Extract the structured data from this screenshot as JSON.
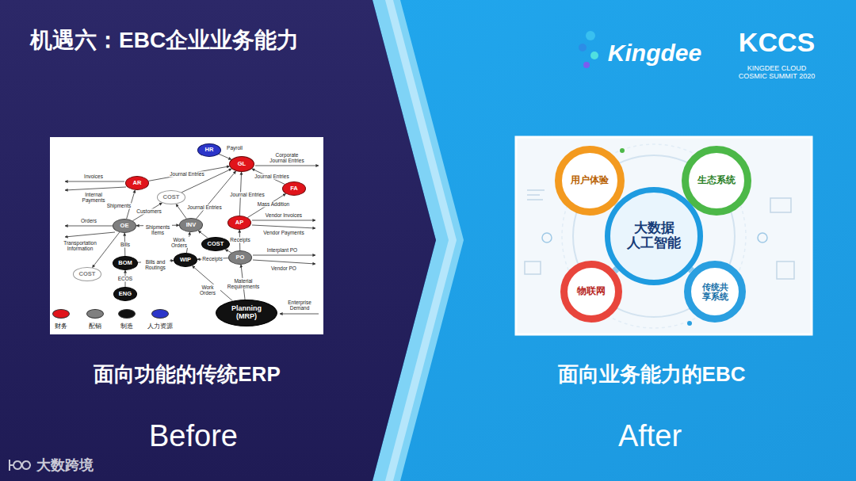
{
  "diagram": {
    "title": "机遇六：EBC企业业务能力",
    "nodes": [
      {
        "text": [
          "HR"
        ]
      },
      {
        "text": [
          "GL"
        ]
      },
      {
        "text": [
          "AR"
        ]
      },
      {
        "text": [
          "COST"
        ]
      },
      {
        "text": [
          "FA"
        ]
      },
      {
        "text": [
          "AP"
        ]
      },
      {
        "text": [
          "INV"
        ]
      },
      {
        "text": [
          "OE"
        ]
      },
      {
        "text": [
          "COST"
        ]
      },
      {
        "text": [
          "PO"
        ]
      },
      {
        "text": [
          "BOM"
        ]
      },
      {
        "text": [
          "WIP"
        ]
      },
      {
        "text": [
          "COST"
        ]
      },
      {
        "text": [
          "ENG"
        ]
      },
      {
        "text": [
          "Planning (MRP)"
        ]
      },
      {
        "text": [
          "用户体验"
        ]
      },
      {
        "text": [
          "生态系统"
        ]
      },
      {
        "text": [
          "大数据 人工智能"
        ]
      },
      {
        "text": [
          "物联网"
        ]
      },
      {
        "text": [
          "传统共享系统"
        ]
      }
    ],
    "edges": [
      {
        "from": 0,
        "to": 1,
        "arrow": "to",
        "label": "Payroll"
      },
      {
        "from": 2,
        "to": 1,
        "arrow": "to",
        "label": "Journal Entries"
      },
      {
        "from": 3,
        "to": 1,
        "arrow": "to"
      },
      {
        "from": 6,
        "to": 1,
        "arrow": "to",
        "label": "Journal Entries"
      },
      {
        "from": 5,
        "to": 1,
        "arrow": "to",
        "label": "Journal Entries"
      },
      {
        "from": 4,
        "to": 1,
        "arrow": "to",
        "label": "Journal Entries"
      },
      {
        "from": 5,
        "to": 4,
        "arrow": "to",
        "label": "Mass Addition"
      },
      {
        "from": 7,
        "to": 2,
        "arrow": "to",
        "label": "Shipments"
      },
      {
        "from": 7,
        "to": 3,
        "arrow": "to",
        "label": "Customers"
      },
      {
        "from": 6,
        "to": 3,
        "arrow": "to"
      },
      {
        "from": 6,
        "to": 7,
        "arrow": "both",
        "label": "Shipments Items"
      },
      {
        "from": 10,
        "to": 7,
        "arrow": "to",
        "label": "Bills"
      },
      {
        "from": 7,
        "to": 12,
        "arrow": "to"
      },
      {
        "from": 10,
        "to": 11,
        "arrow": "to",
        "label": "Bills and Routings"
      },
      {
        "from": 13,
        "to": 10,
        "arrow": "to",
        "label": "ECOS"
      },
      {
        "from": 11,
        "to": 6,
        "arrow": "to",
        "label": "Work Orders"
      },
      {
        "from": 8,
        "to": 6,
        "arrow": "to"
      },
      {
        "from": 9,
        "to": 8,
        "arrow": "to"
      },
      {
        "from": 9,
        "to": 5,
        "arrow": "to",
        "label": "Receipts"
      },
      {
        "from": 9,
        "to": 11,
        "arrow": "to",
        "label": "Receipts"
      },
      {
        "from": 14,
        "to": 9,
        "arrow": "to",
        "label": "Material Requirements"
      },
      {
        "from": 14,
        "to": 11,
        "arrow": "to",
        "label": "Work Orders"
      },
      {
        "from": 17,
        "to": 15,
        "arrow": "none"
      },
      {
        "from": 17,
        "to": 16,
        "arrow": "none"
      },
      {
        "from": 17,
        "to": 18,
        "arrow": "none"
      },
      {
        "from": 17,
        "to": 19,
        "arrow": "none"
      }
    ],
    "labels": [
      "Kingdee",
      "KCCS",
      "KINGDEE CLOUD COSMIC SUMMIT 2020",
      "Invoices",
      "Internal Payments",
      "Corporate Journal Entries",
      "Orders",
      "Transportation Information",
      "Vendor Invoices",
      "Vendor Payments",
      "Interplant PO",
      "Vendor PO",
      "Enterprise Demand",
      "面向功能的传统ERP",
      "面向业务能力的EBC",
      "Before",
      "After",
      "大数跨境"
    ],
    "legend": [
      {
        "text": "财务",
        "color": "#e0141b"
      },
      {
        "text": "配销",
        "color": "#7f7f7f"
      },
      {
        "text": "制造",
        "color": "#111111"
      },
      {
        "text": "人力资源",
        "color": "#2b35c9"
      }
    ]
  }
}
